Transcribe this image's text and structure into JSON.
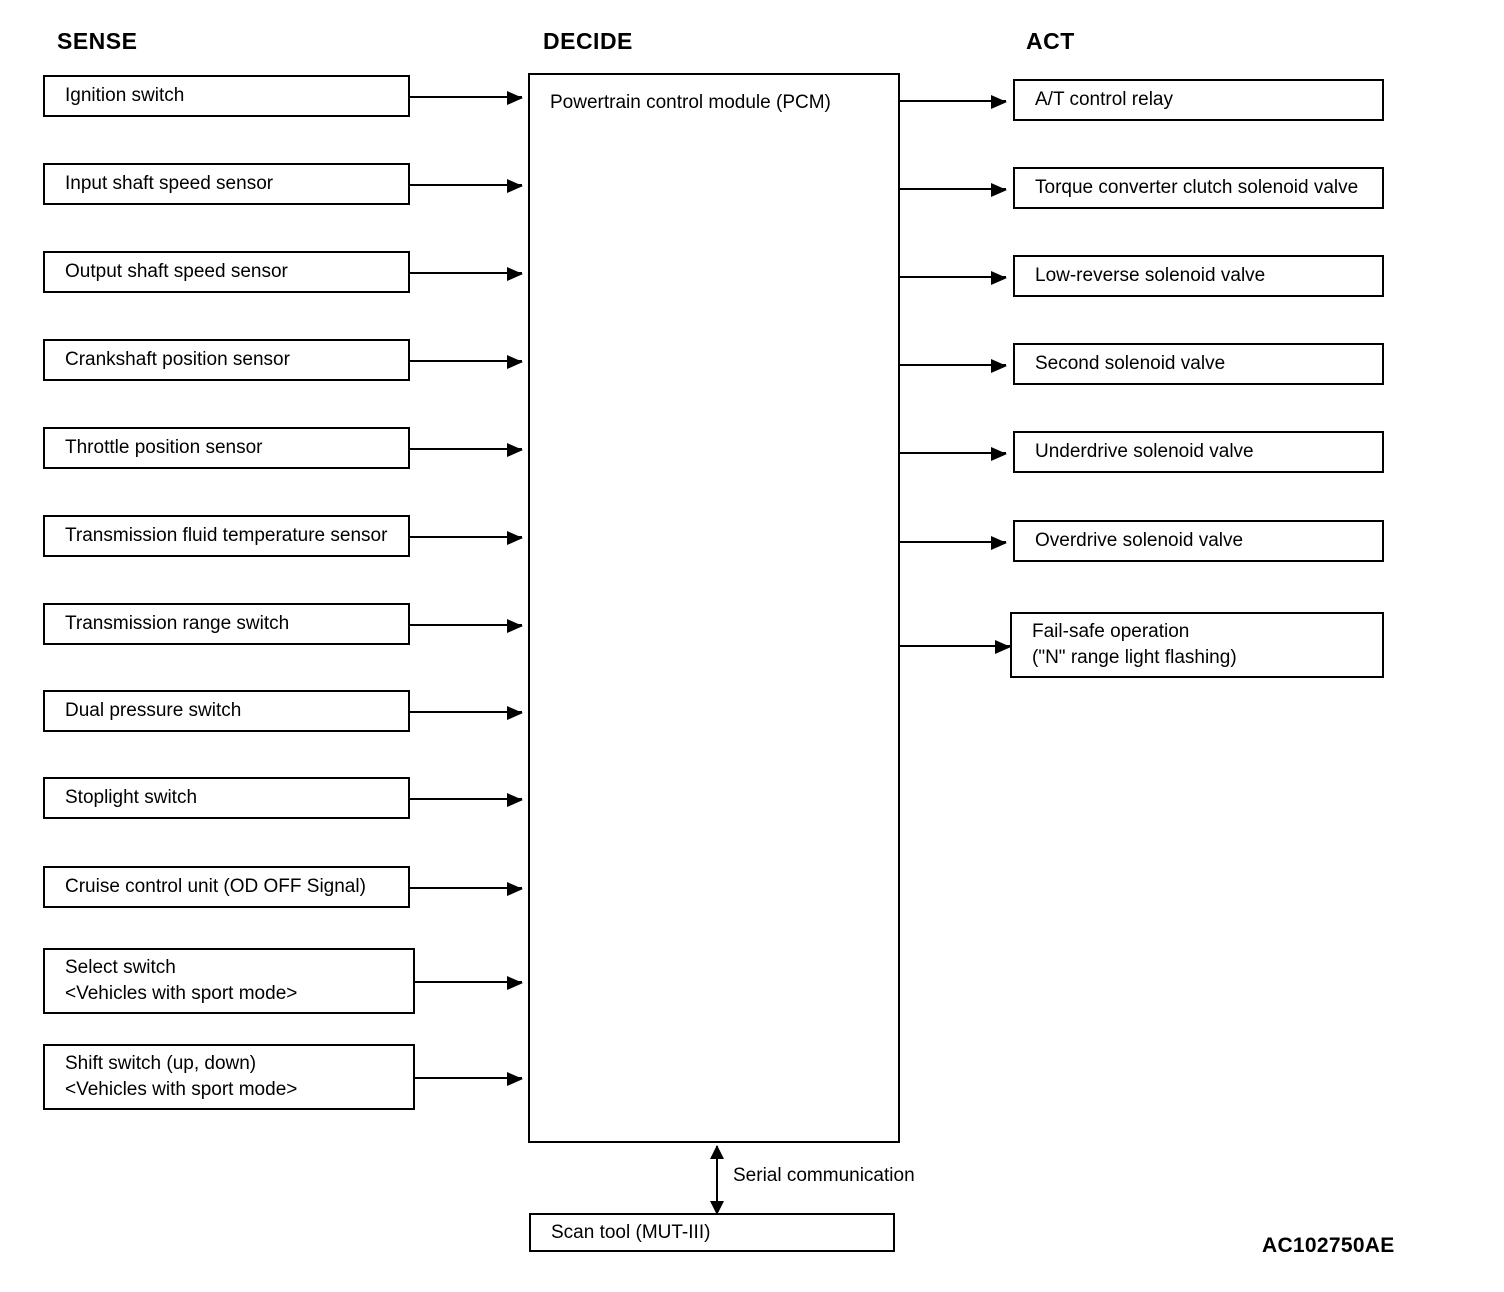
{
  "diagram": {
    "reference_code": "AC102750AE",
    "columns": [
      {
        "id": "sense",
        "heading": "SENSE"
      },
      {
        "id": "decide",
        "heading": "DECIDE"
      },
      {
        "id": "act",
        "heading": "ACT"
      }
    ],
    "sense_nodes": [
      {
        "lines": [
          "Ignition switch"
        ]
      },
      {
        "lines": [
          "Input shaft speed sensor"
        ]
      },
      {
        "lines": [
          "Output shaft speed sensor"
        ]
      },
      {
        "lines": [
          "Crankshaft position sensor"
        ]
      },
      {
        "lines": [
          "Throttle position sensor"
        ]
      },
      {
        "lines": [
          "Transmission fluid temperature sensor"
        ]
      },
      {
        "lines": [
          "Transmission range switch"
        ]
      },
      {
        "lines": [
          "Dual pressure switch"
        ]
      },
      {
        "lines": [
          "Stoplight switch"
        ]
      },
      {
        "lines": [
          "Cruise control unit (OD OFF Signal)"
        ]
      },
      {
        "lines": [
          "Select switch",
          "<Vehicles with sport mode>"
        ]
      },
      {
        "lines": [
          "Shift switch (up, down)",
          "<Vehicles with sport mode>"
        ]
      }
    ],
    "decide_node": {
      "lines": [
        "Powertrain control module (PCM)"
      ]
    },
    "act_nodes": [
      {
        "lines": [
          "A/T control relay"
        ]
      },
      {
        "lines": [
          "Torque converter clutch solenoid valve"
        ]
      },
      {
        "lines": [
          "Low-reverse solenoid valve"
        ]
      },
      {
        "lines": [
          "Second solenoid valve"
        ]
      },
      {
        "lines": [
          "Underdrive solenoid valve"
        ]
      },
      {
        "lines": [
          "Overdrive solenoid valve"
        ]
      },
      {
        "lines": [
          "Fail-safe operation",
          "(\"N\" range light flashing)"
        ]
      }
    ],
    "scan_tool_node": {
      "lines": [
        "Scan tool (MUT-III)"
      ]
    },
    "serial_link_label": "Serial communication",
    "colors": {
      "background": "#ffffff",
      "stroke": "#000000",
      "text": "#000000"
    }
  }
}
